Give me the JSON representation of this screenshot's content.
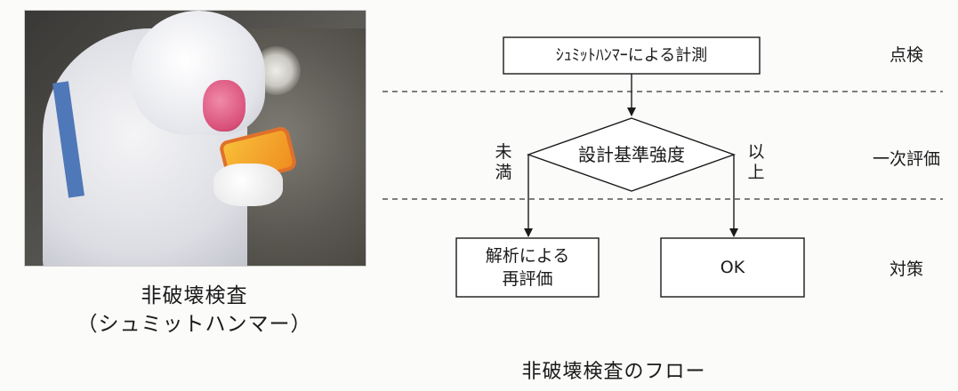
{
  "photo": {
    "caption_line1": "非破壊検査",
    "caption_line2": "（シュミットハンマー）"
  },
  "flow": {
    "title": "非破壊検査のフロー",
    "nodes": {
      "measure": "ｼｭﾐｯﾄﾊﾝﾏｰによる計測",
      "decision": "設計基準強度",
      "reanalysis_line1": "解析による",
      "reanalysis_line2": "再評価",
      "ok": "OK"
    },
    "branches": {
      "below": "未満",
      "above": "以上"
    },
    "stages": {
      "inspection": "点検",
      "primary_evaluation": "一次評価",
      "countermeasure": "対策"
    }
  }
}
